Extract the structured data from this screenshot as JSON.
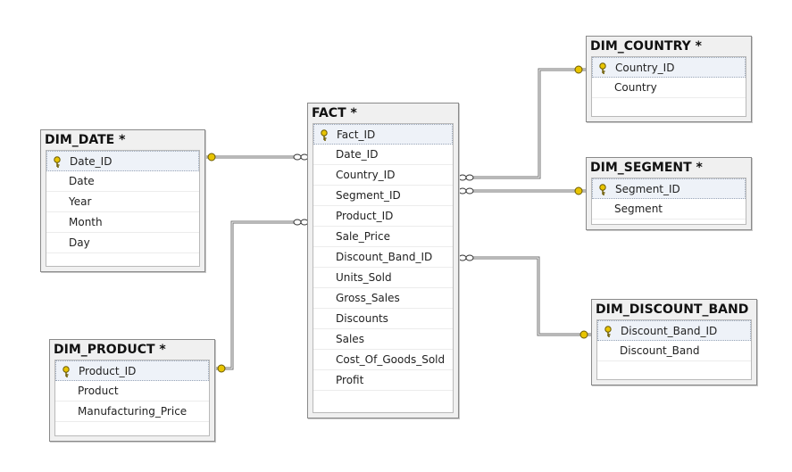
{
  "tables": {
    "fact": {
      "title": "FACT *",
      "columns": [
        "Fact_ID",
        "Date_ID",
        "Country_ID",
        "Segment_ID",
        "Product_ID",
        "Sale_Price",
        "Discount_Band_ID",
        "Units_Sold",
        "Gross_Sales",
        "Discounts",
        "Sales",
        "Cost_Of_Goods_Sold",
        "Profit"
      ],
      "primary_key": "Fact_ID"
    },
    "dim_date": {
      "title": "DIM_DATE *",
      "columns": [
        "Date_ID",
        "Date",
        "Year",
        "Month",
        "Day"
      ],
      "primary_key": "Date_ID"
    },
    "dim_product": {
      "title": "DIM_PRODUCT *",
      "columns": [
        "Product_ID",
        "Product",
        "Manufacturing_Price"
      ],
      "primary_key": "Product_ID"
    },
    "dim_country": {
      "title": "DIM_COUNTRY *",
      "columns": [
        "Country_ID",
        "Country"
      ],
      "primary_key": "Country_ID"
    },
    "dim_segment": {
      "title": "DIM_SEGMENT *",
      "columns": [
        "Segment_ID",
        "Segment"
      ],
      "primary_key": "Segment_ID"
    },
    "dim_discount_band": {
      "title": "DIM_DISCOUNT_BAND",
      "columns": [
        "Discount_Band_ID",
        "Discount_Band"
      ],
      "primary_key": "Discount_Band_ID"
    }
  },
  "relationships": [
    {
      "from": "dim_date",
      "to": "fact",
      "key": "Date_ID"
    },
    {
      "from": "dim_product",
      "to": "fact",
      "key": "Product_ID"
    },
    {
      "from": "dim_country",
      "to": "fact",
      "key": "Country_ID"
    },
    {
      "from": "dim_segment",
      "to": "fact",
      "key": "Segment_ID"
    },
    {
      "from": "dim_discount_band",
      "to": "fact",
      "key": "Discount_Band_ID"
    }
  ],
  "colors": {
    "key_icon": "#e8c400",
    "line": "#707070"
  }
}
